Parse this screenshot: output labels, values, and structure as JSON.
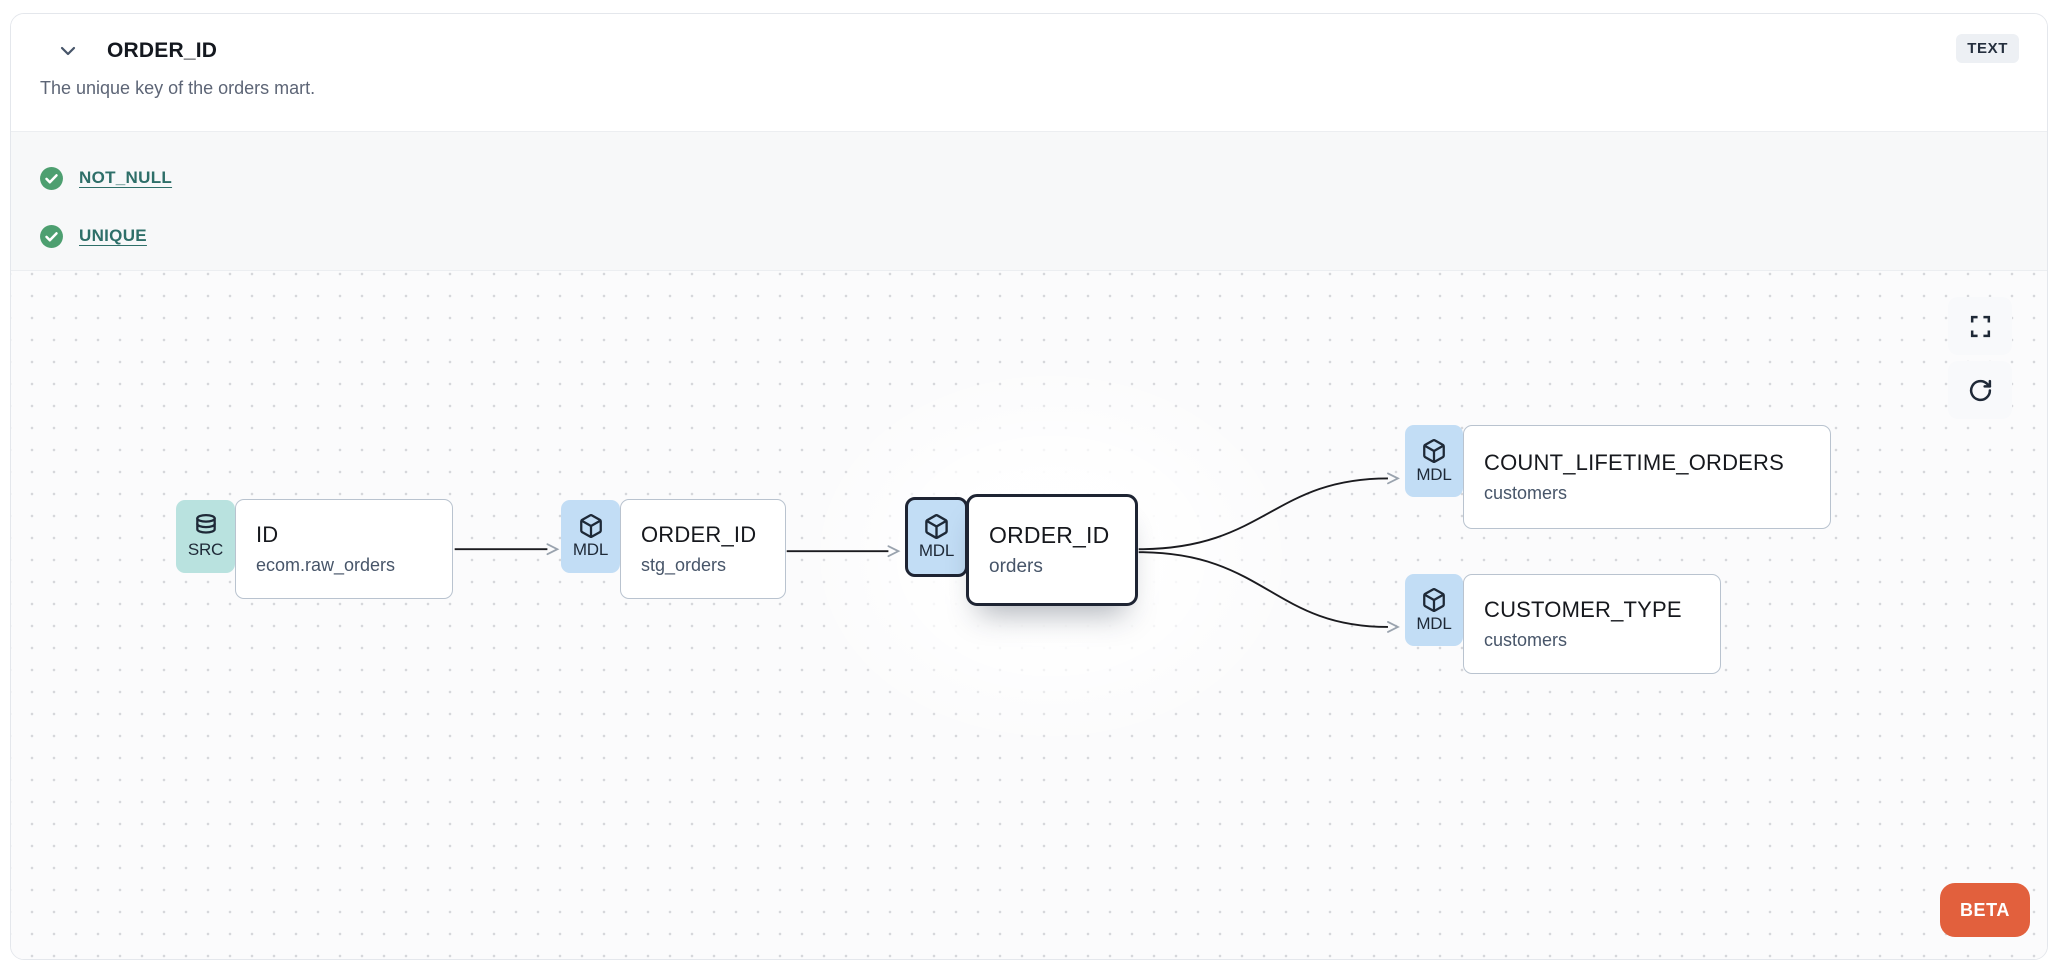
{
  "header": {
    "title": "ORDER_ID",
    "type_badge": "TEXT",
    "description": "The unique key of the orders mart."
  },
  "tests": [
    {
      "name": "NOT_NULL",
      "status": "pass"
    },
    {
      "name": "UNIQUE",
      "status": "pass"
    }
  ],
  "lineage": {
    "nodes": [
      {
        "badge": "SRC",
        "icon": "database",
        "title": "ID",
        "subtitle": "ecom.raw_orders",
        "selected": false
      },
      {
        "badge": "MDL",
        "icon": "cube",
        "title": "ORDER_ID",
        "subtitle": "stg_orders",
        "selected": false
      },
      {
        "badge": "MDL",
        "icon": "cube",
        "title": "ORDER_ID",
        "subtitle": "orders",
        "selected": true
      },
      {
        "badge": "MDL",
        "icon": "cube",
        "title": "COUNT_LIFETIME_ORDERS",
        "subtitle": "customers",
        "selected": false
      },
      {
        "badge": "MDL",
        "icon": "cube",
        "title": "CUSTOMER_TYPE",
        "subtitle": "customers",
        "selected": false
      }
    ],
    "edges": [
      {
        "from": "ID (ecom.raw_orders)",
        "to": "ORDER_ID (stg_orders)"
      },
      {
        "from": "ORDER_ID (stg_orders)",
        "to": "ORDER_ID (orders)"
      },
      {
        "from": "ORDER_ID (orders)",
        "to": "COUNT_LIFETIME_ORDERS (customers)"
      },
      {
        "from": "ORDER_ID (orders)",
        "to": "CUSTOMER_TYPE (customers)"
      }
    ],
    "beta_label": "BETA"
  },
  "colors": {
    "accent_orange": "#e2603d",
    "test_pass_green": "#4d9f70",
    "link_teal": "#2e6f69",
    "src_badge": "#b9e2df",
    "mdl_badge": "#c2ddf5",
    "selected_border": "#1e2433"
  }
}
